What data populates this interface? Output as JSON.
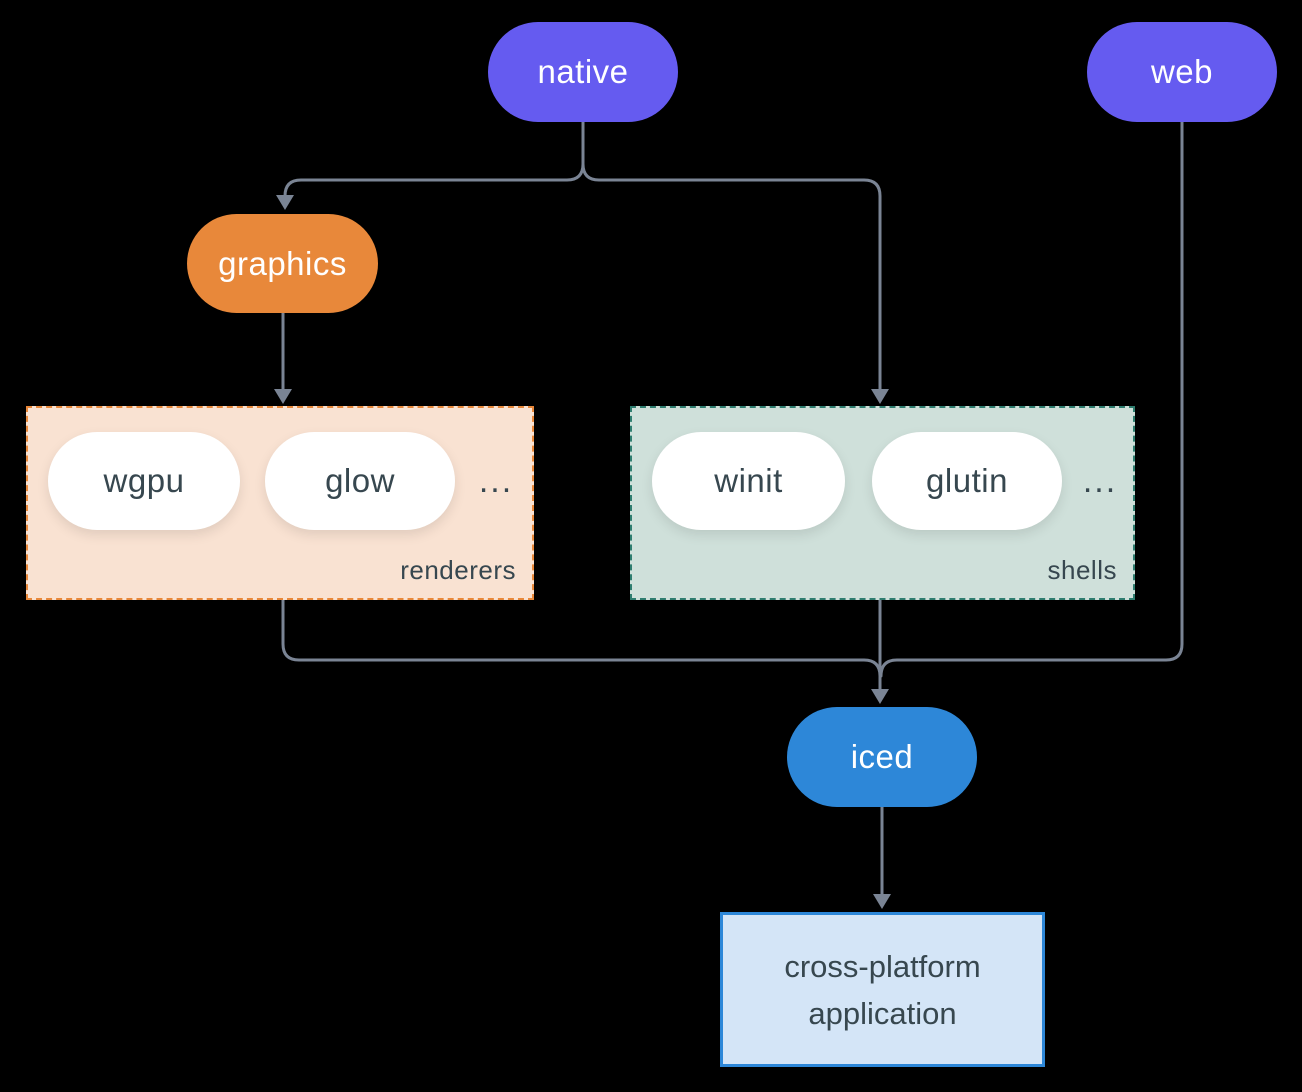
{
  "colors": {
    "background": "#000000",
    "purple": "#655BF0",
    "orange": "#E8883A",
    "blue": "#2D87D8",
    "peach-fill": "#F9E2D2",
    "sage-fill": "#CFE0DA",
    "teal-border": "#2F7D6F",
    "lightblue-fill": "#D4E5F7",
    "dark-text": "#37474F",
    "white-text": "#FFFFFF",
    "connector": "#7A8494"
  },
  "nodes": {
    "native": {
      "label": "native"
    },
    "web": {
      "label": "web"
    },
    "graphics": {
      "label": "graphics"
    },
    "iced": {
      "label": "iced"
    },
    "application": {
      "label": "cross-platform application"
    }
  },
  "groups": {
    "renderers": {
      "label": "renderers",
      "items": [
        "wgpu",
        "glow"
      ],
      "ellipsis": "..."
    },
    "shells": {
      "label": "shells",
      "items": [
        "winit",
        "glutin"
      ],
      "ellipsis": "..."
    }
  }
}
